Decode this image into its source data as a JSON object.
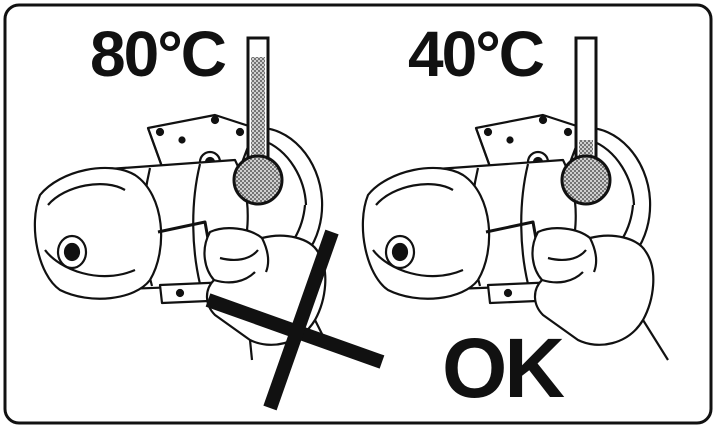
{
  "panels": [
    {
      "temperature": "80°C",
      "verdict": "wrong",
      "thermometer_level": 0.75
    },
    {
      "temperature": "40°C",
      "verdict": "correct",
      "thermometer_level": 0.25
    }
  ],
  "ok_text": "OK",
  "colors": {
    "ink": "#111111",
    "paper": "#ffffff",
    "mercury": "#8a8a8a"
  }
}
